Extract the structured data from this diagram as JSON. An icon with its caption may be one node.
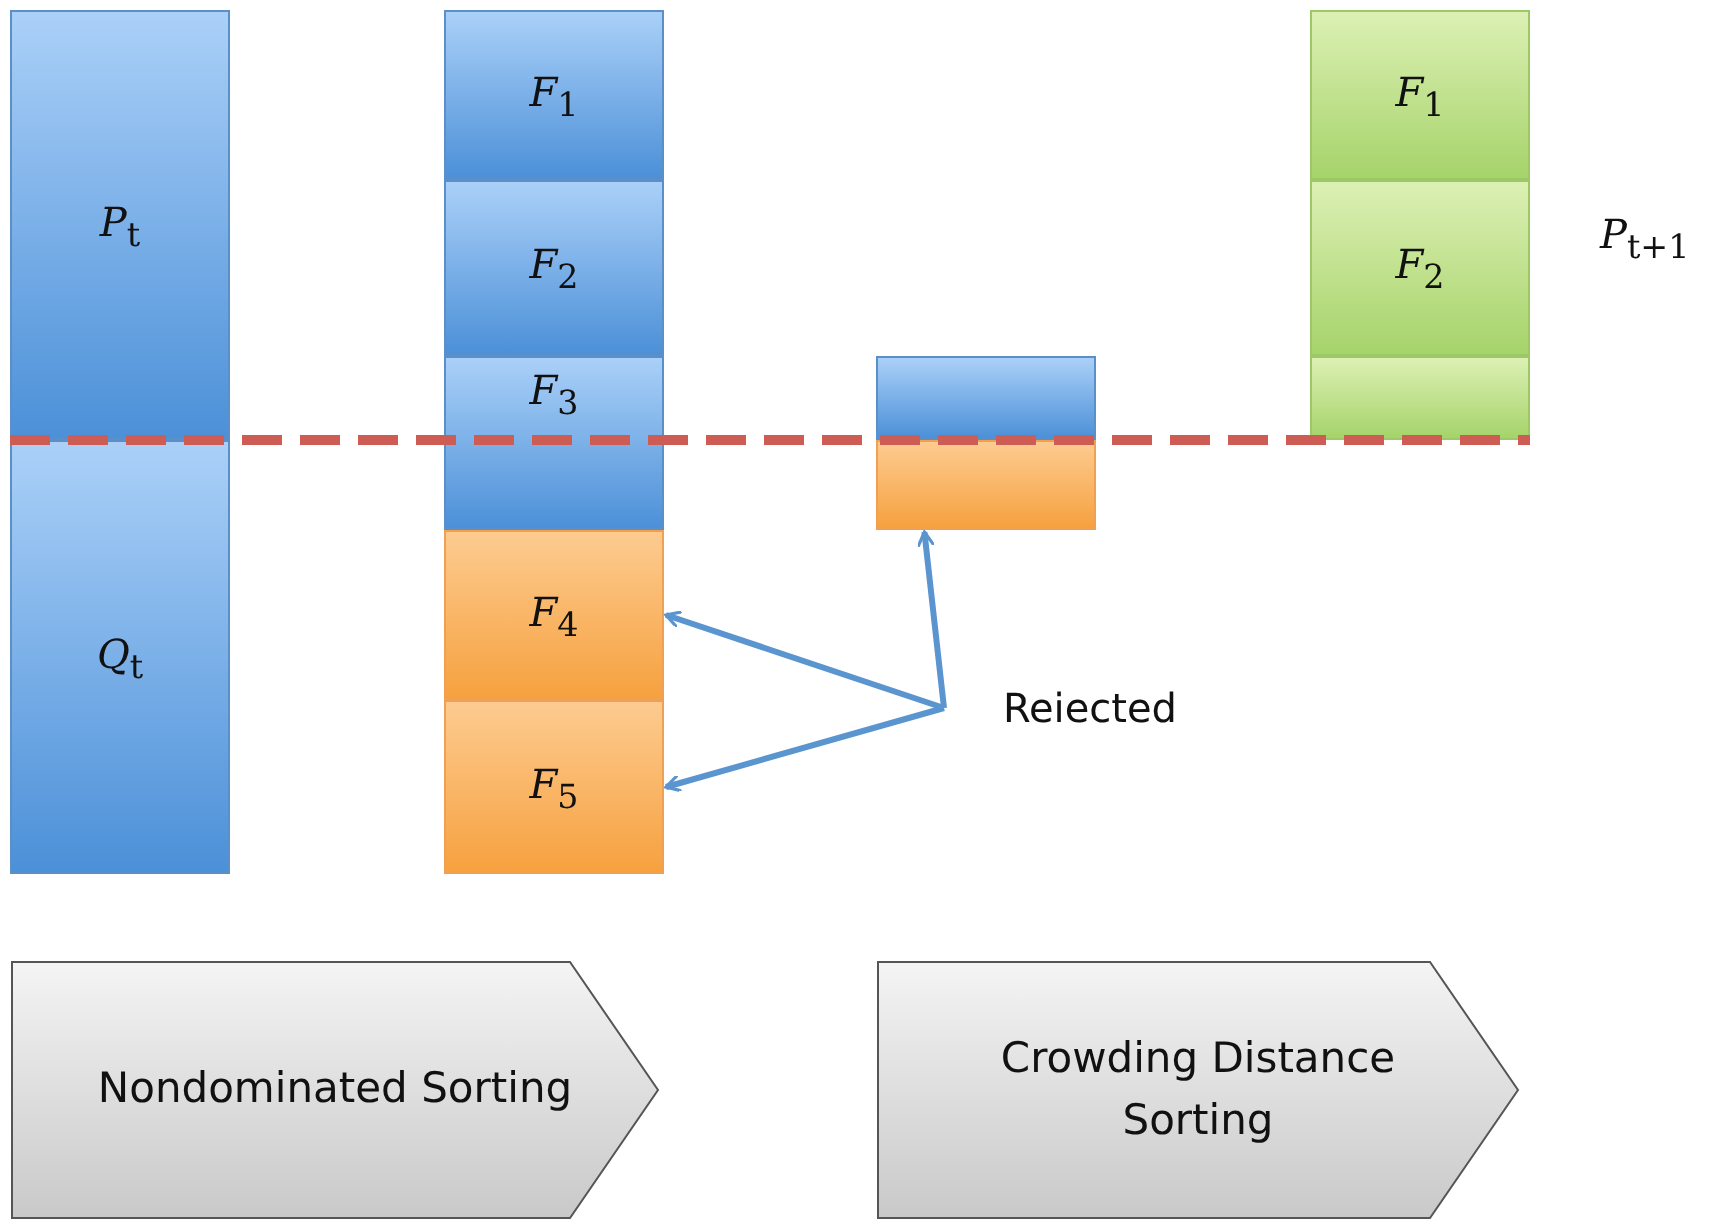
{
  "diagram": {
    "nodes": [
      {
        "text": [
          "*P*$_{t}$"
        ]
      },
      {
        "text": [
          "*Q*$_{t}$"
        ]
      },
      {
        "text": [
          "*F*$_{1}$"
        ]
      },
      {
        "text": [
          "*F*$_{2}$"
        ]
      },
      {
        "text": [
          "*F*$_{3}$"
        ]
      },
      {
        "text": [
          "*F*$_{4}$"
        ]
      },
      {
        "text": [
          "*F*$_{5}$"
        ]
      },
      {
        "text": [],
        "shape": "box"
      },
      {
        "text": [],
        "shape": "box"
      },
      {
        "text": [
          "*F*$_{1}$"
        ]
      },
      {
        "text": [
          "*F*$_{2}$"
        ]
      },
      {
        "text": [],
        "shape": "box"
      },
      {
        "text": [
          "Reiected"
        ]
      },
      {
        "text": [
          "Nondominated Sorting"
        ]
      },
      {
        "text": [
          "Crowding Distance Sorting"
        ]
      }
    ],
    "edges": [
      {
        "from": 12,
        "to": 5,
        "arrow": "to"
      },
      {
        "from": 12,
        "to": 6,
        "arrow": "to"
      },
      {
        "from": 12,
        "to": 8,
        "arrow": "to"
      }
    ],
    "labels": [
      "*P*$_{t+1}$"
    ]
  }
}
